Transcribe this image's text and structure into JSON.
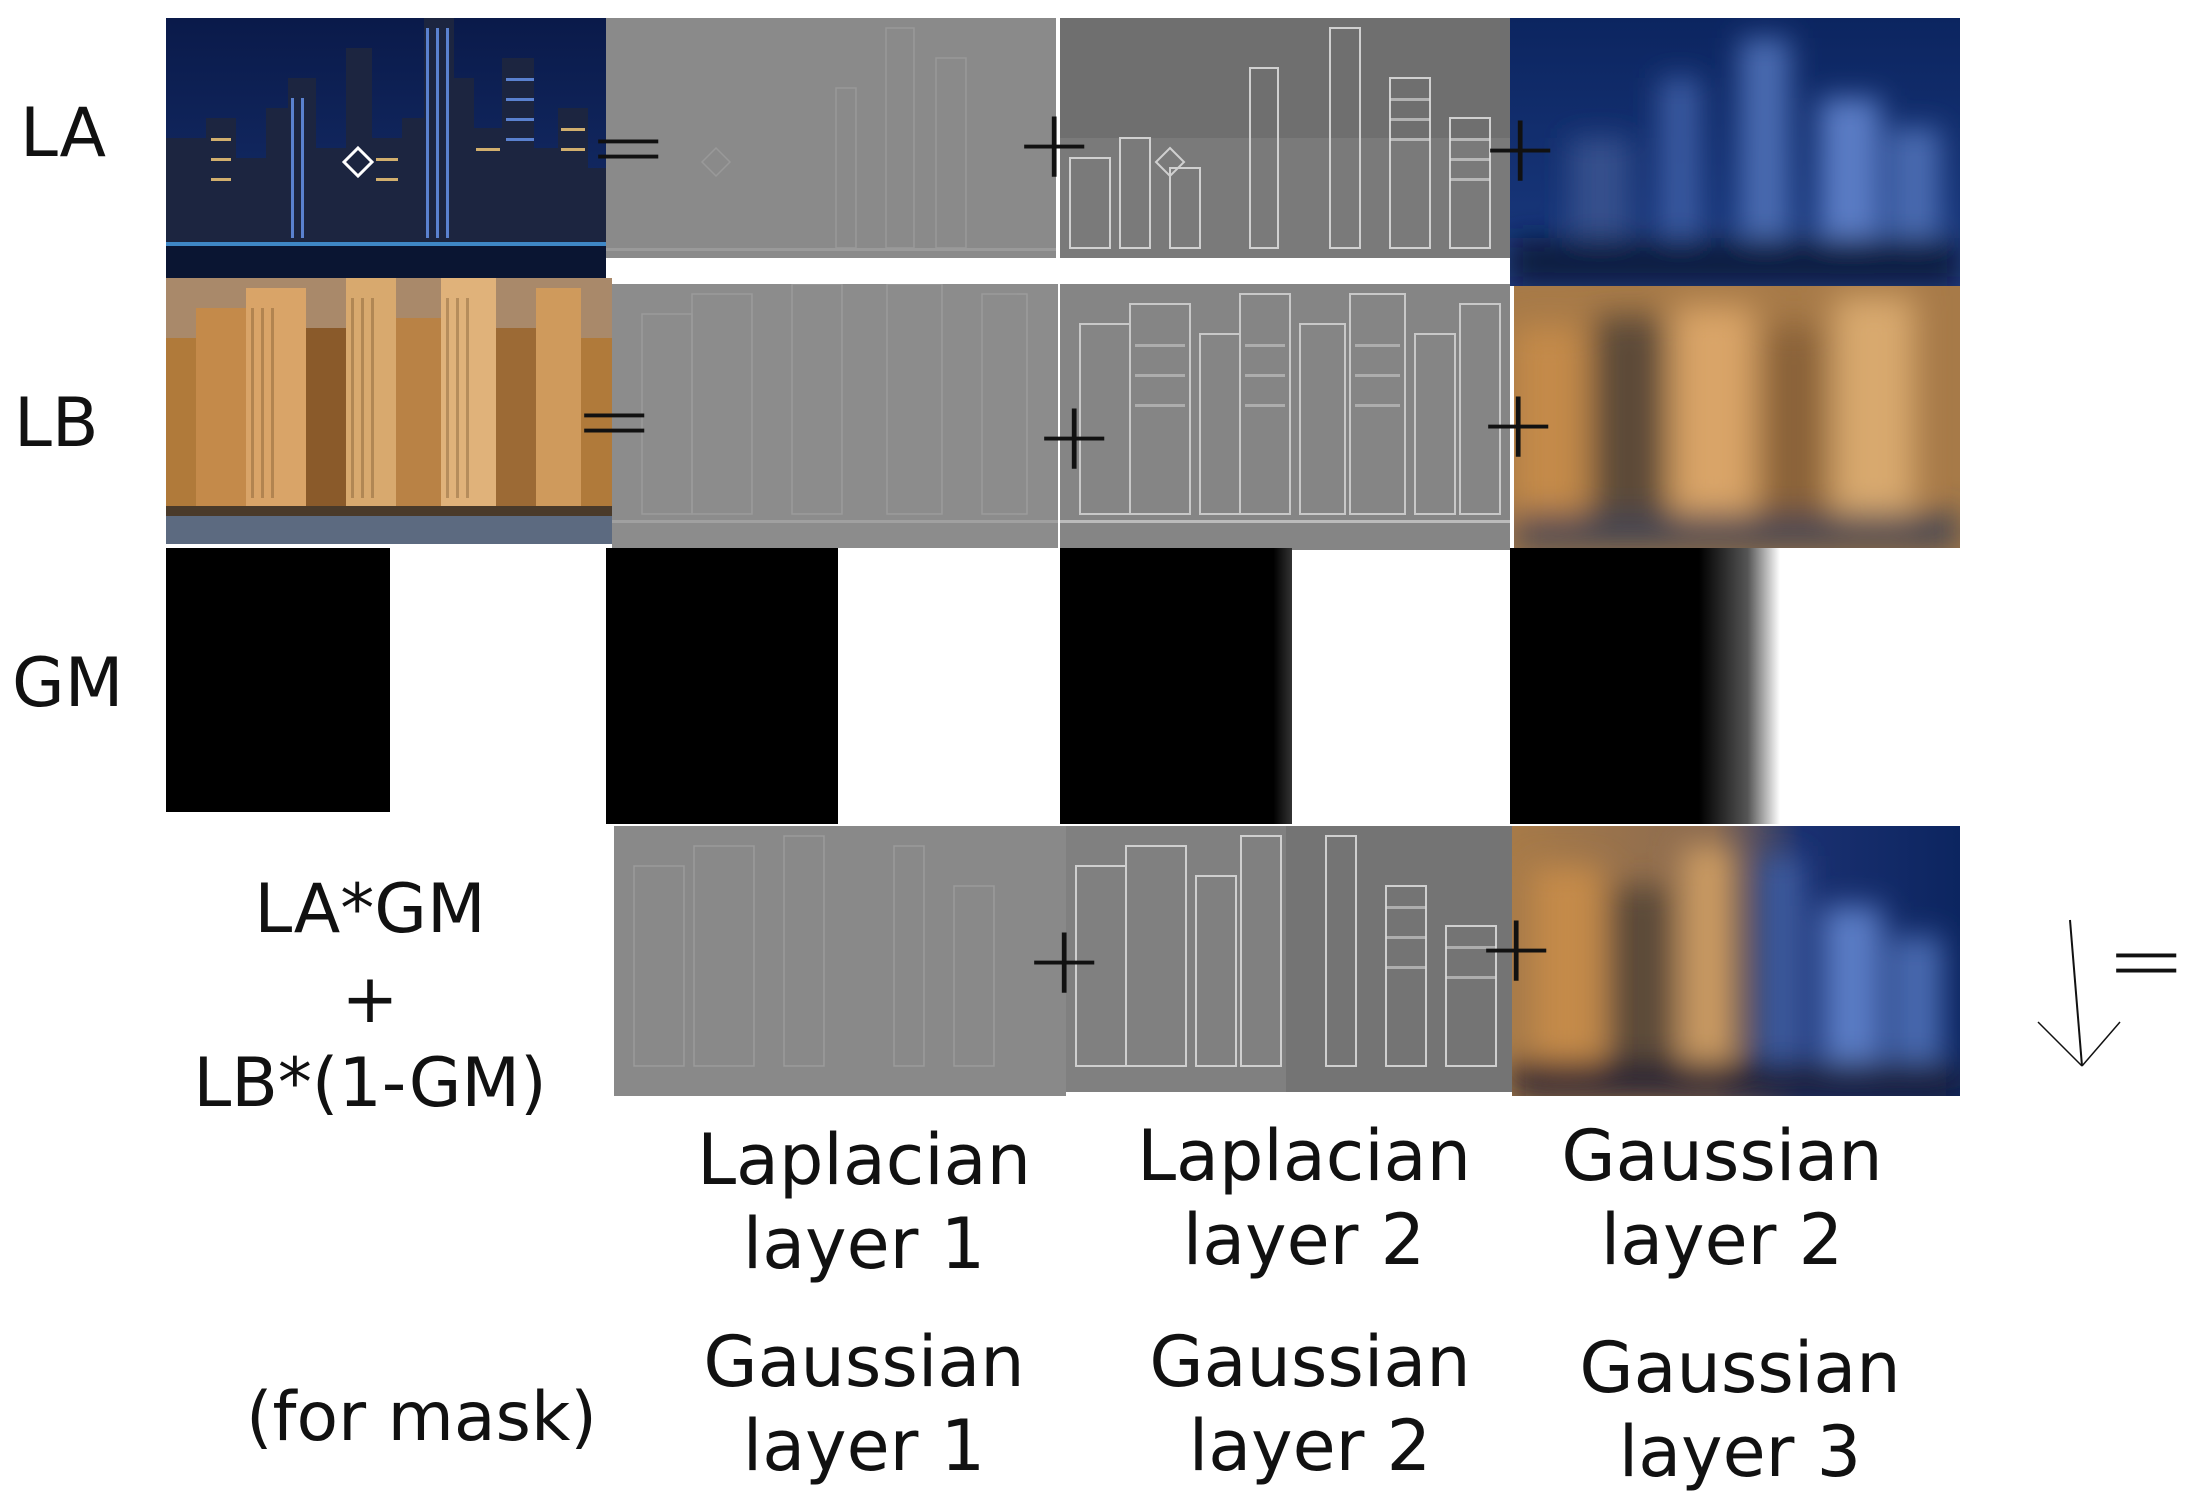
{
  "rows": {
    "la": "LA",
    "lb": "LB",
    "gm": "GM"
  },
  "operators": {
    "equals": "=",
    "plus": "+"
  },
  "combination": {
    "line1": "LA*GM",
    "line2": "+",
    "line3": "LB*(1-GM)"
  },
  "mask_note": "(for mask)",
  "columns": [
    {
      "top_line1": "Laplacian",
      "top_line2": "layer 1",
      "bottom_line1": "Gaussian",
      "bottom_line2": "layer 1"
    },
    {
      "top_line1": "Laplacian",
      "top_line2": "layer 2",
      "bottom_line1": "Gaussian",
      "bottom_line2": "layer 2"
    },
    {
      "top_line1": "Gaussian",
      "top_line2": "layer 2",
      "bottom_line1": "Gaussian",
      "bottom_line2": "layer 3"
    }
  ],
  "colors": {
    "night_sky": "#0b1f4e",
    "day_building": "#c48a4a",
    "laplacian_gray": "#8a8a8a",
    "mask_black": "#000000"
  }
}
